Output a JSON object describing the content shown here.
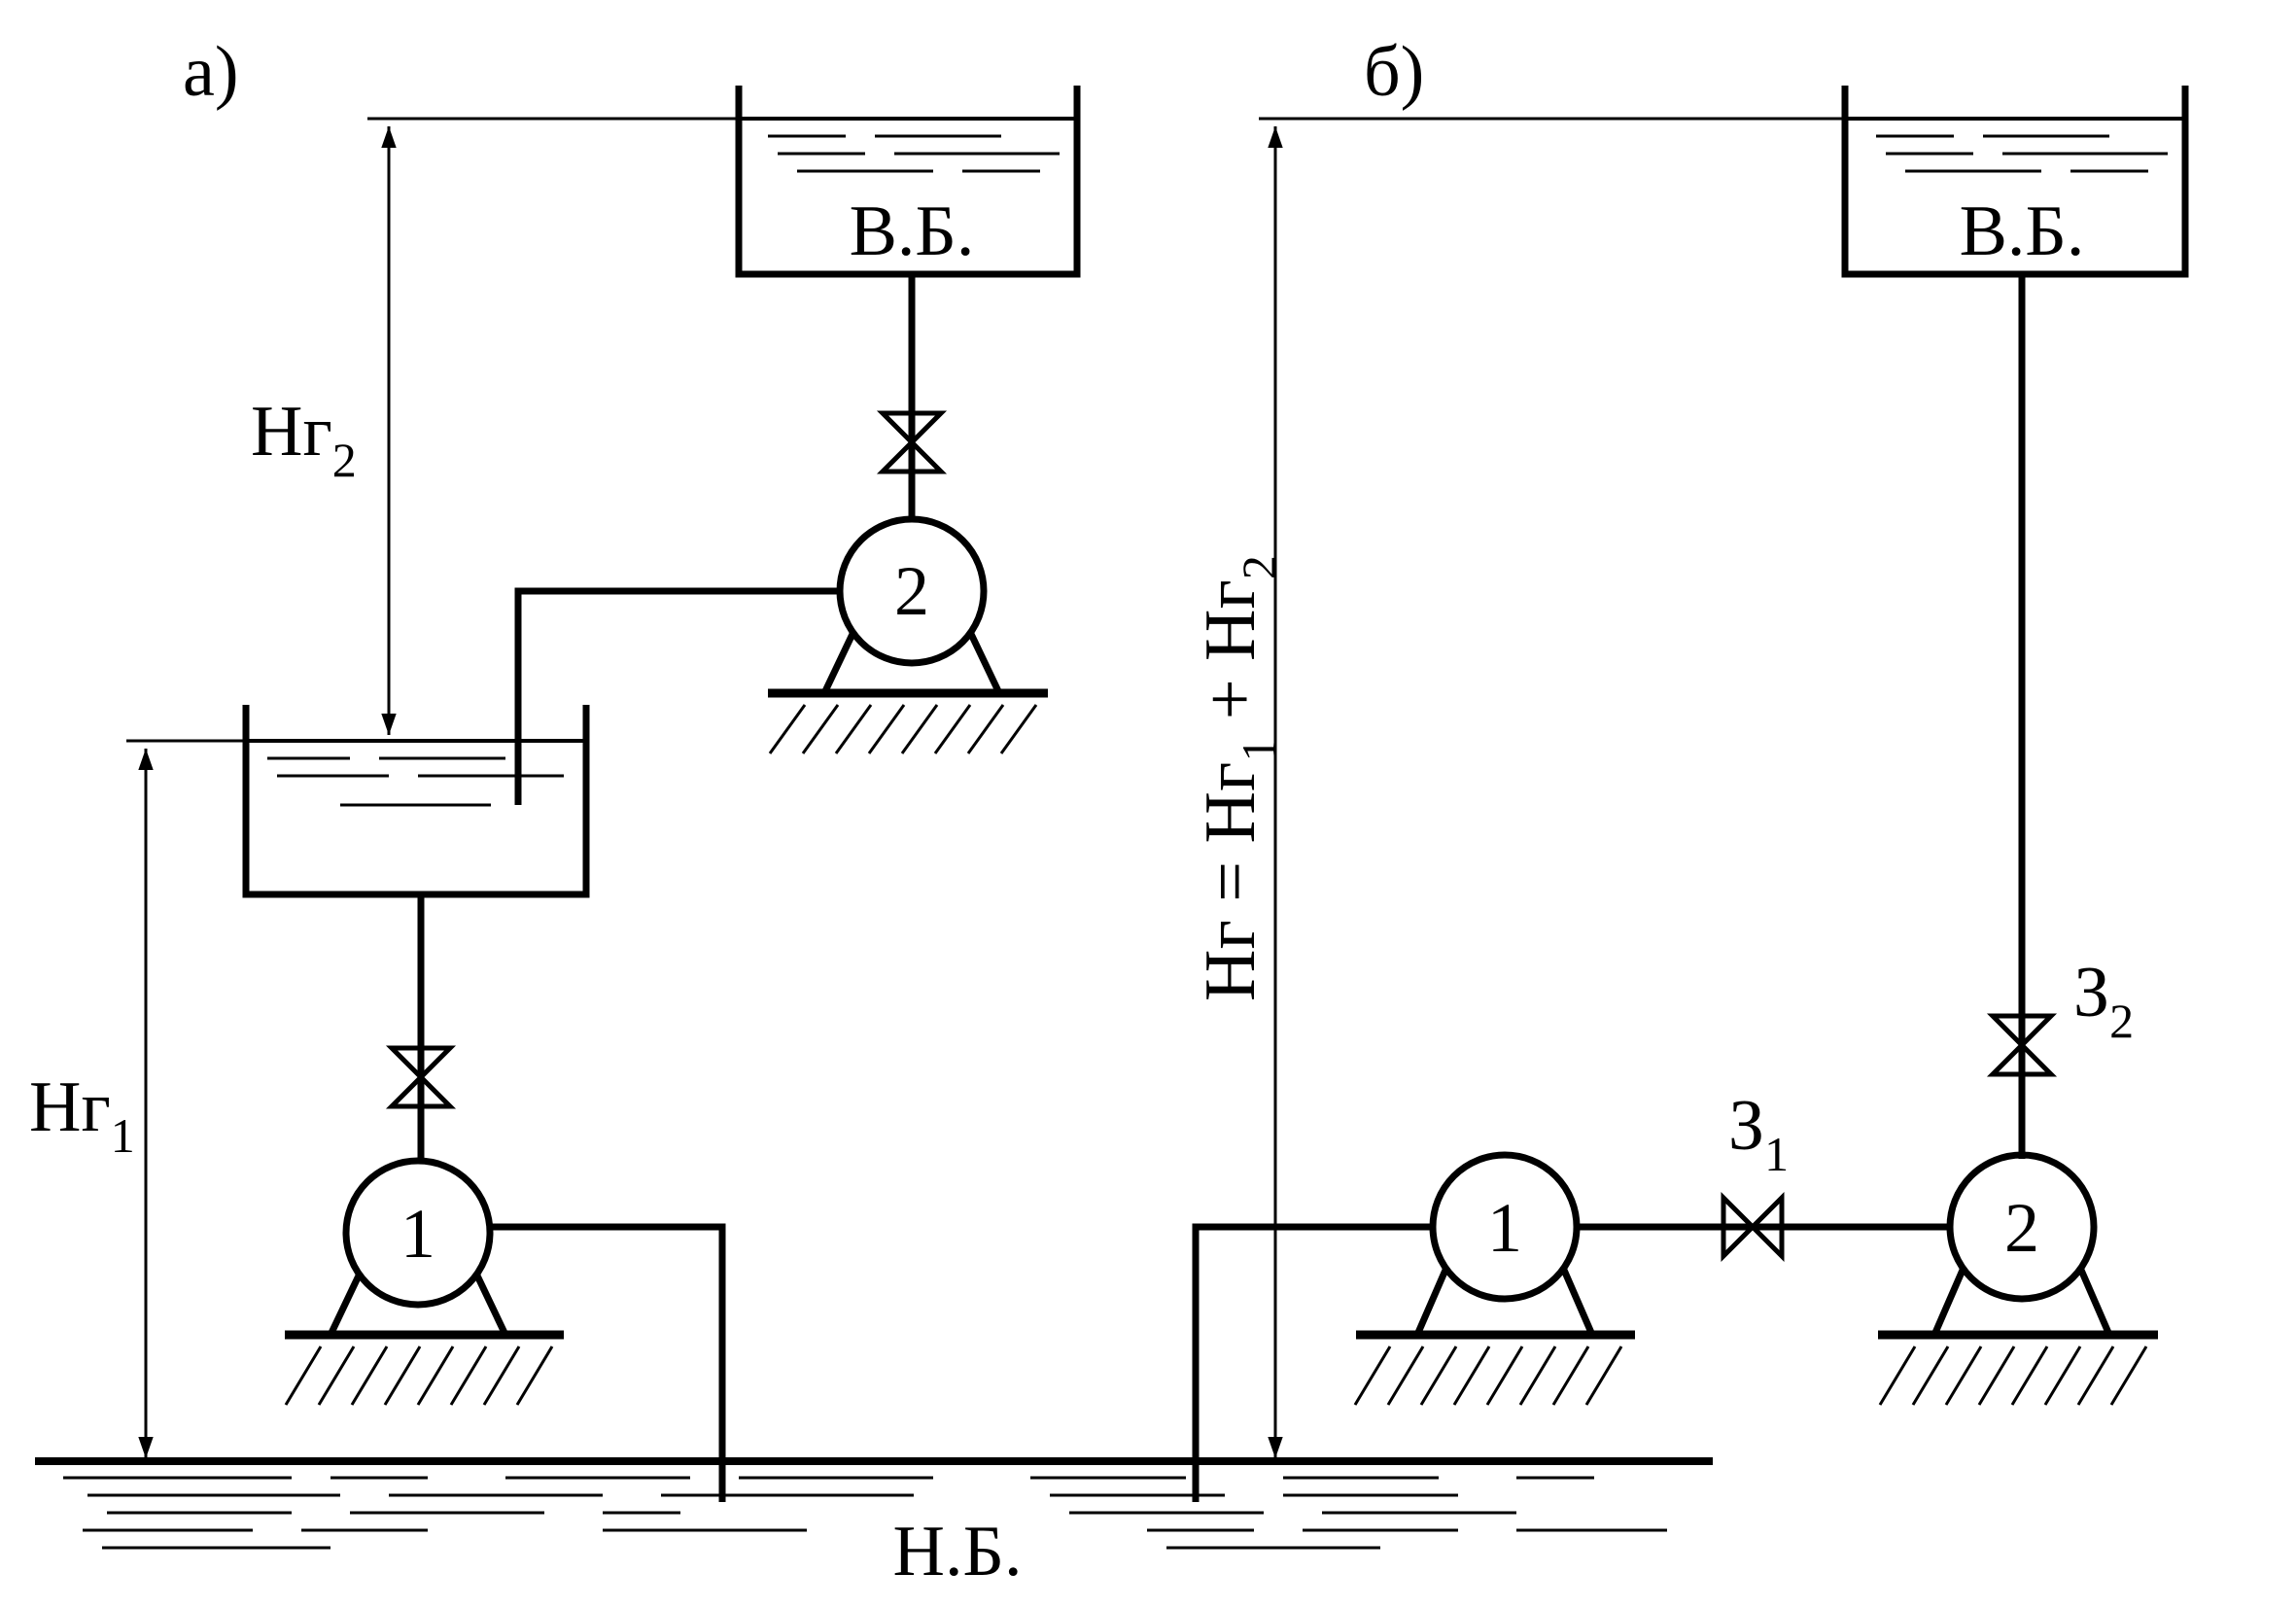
{
  "panels": {
    "a": {
      "label": "а)",
      "upper_tank_label": "В.Б.",
      "pump1_number": "1",
      "pump2_number": "2",
      "head1": {
        "main": "Нг",
        "sub": "1"
      },
      "head2": {
        "main": "Нг",
        "sub": "2"
      }
    },
    "b": {
      "label": "б)",
      "upper_tank_label": "В.Б.",
      "pump1_number": "1",
      "pump2_number": "2",
      "total_head": "Нг = Нг",
      "total_head_sub1": "1",
      "total_head_plus": " + Нг",
      "total_head_sub2": "2",
      "valve1": {
        "main": "З",
        "sub": "1"
      },
      "valve2": {
        "main": "З",
        "sub": "2"
      }
    }
  },
  "lower_basin_label": "Н.Б.",
  "colors": {
    "line": "#000000",
    "background": "#ffffff"
  }
}
